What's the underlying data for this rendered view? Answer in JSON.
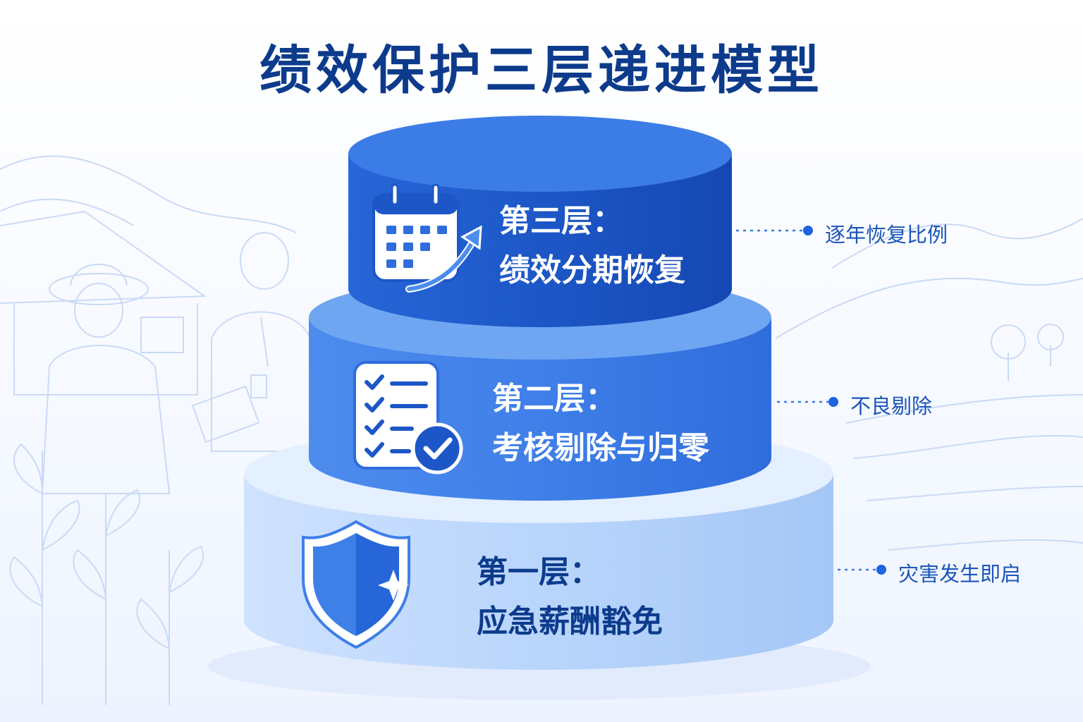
{
  "title": "绩效保护三层递进模型",
  "tiers": [
    {
      "name": "第三层：",
      "description": "绩效分期恢复",
      "note": "逐年恢复比例",
      "icon": "calendar-growth-icon",
      "color_top": "#2d6ee0",
      "color_side": "#1a56c8"
    },
    {
      "name": "第二层：",
      "description": "考核剔除与归零",
      "note": "不良剔除",
      "icon": "checklist-check-icon",
      "color_top": "#5f9cf0",
      "color_side": "#3a78e2"
    },
    {
      "name": "第一层：",
      "description": "应急薪酬豁免",
      "note": "灾害发生即启",
      "icon": "shield-sparkle-icon",
      "color_top": "#d7e8ff",
      "color_side": "#a9cbf8"
    }
  ],
  "colors": {
    "title": "#0d3b8c",
    "accent": "#1e63e0",
    "connector": "#3b7be6"
  }
}
